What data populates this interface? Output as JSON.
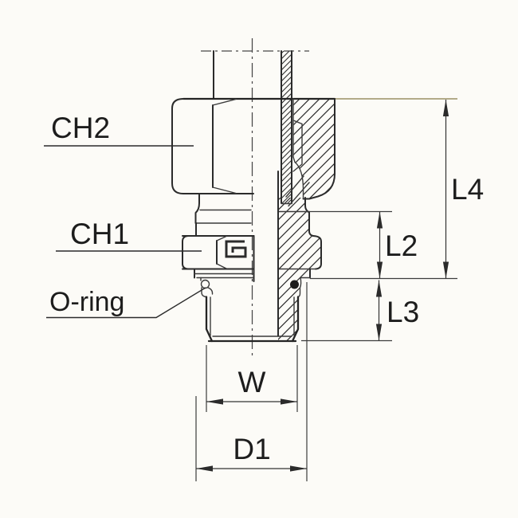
{
  "drawing": {
    "description": "Cross-section technical drawing of a male stud tube fitting with swivel nut and O-ring",
    "part_labels": {
      "ch2": "CH2",
      "ch1": "CH1",
      "oring": "O-ring"
    },
    "dimension_labels": {
      "l4": "L4",
      "l2": "L2",
      "l3": "L3",
      "w": "W",
      "d1": "D1"
    },
    "colors": {
      "line": "#2b2b2b",
      "paper": "#fcfbf7",
      "oring_fill": "#1c1c1c",
      "scan_tint": "#9a9065"
    }
  }
}
